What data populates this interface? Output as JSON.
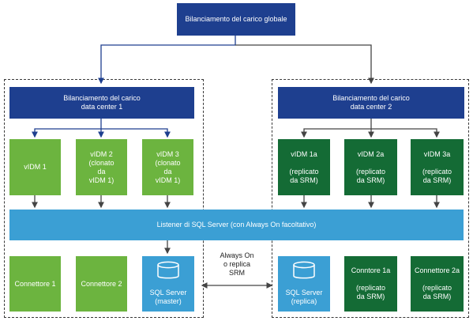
{
  "global_lb": "Bilanciamento del carico globale",
  "dc1": {
    "lb": "Bilanciamento del carico\ndata center 1",
    "vidm": [
      "vIDM 1",
      "vIDM 2\n(clonato\nda\nvIDM 1)",
      "vIDM 3\n(clonato\nda\nvIDM 1)"
    ],
    "connectors": [
      "Connettore 1",
      "Connettore 2"
    ],
    "sql": "SQL Server\n(master)"
  },
  "dc2": {
    "lb": "Bilanciamento del carico\ndata center 2",
    "vidm": [
      "vIDM 1a\n\n(replicato\nda SRM)",
      "vIDM 2a\n\n(replicato\nda SRM)",
      "vIDM 3a\n\n(replicato\nda SRM)"
    ],
    "connectors": [
      "Conntore 1a\n\n(replicato\nda SRM)",
      "Connettore 2a\n\n(replicato\nda SRM)"
    ],
    "sql": "SQL Server\n(replica)"
  },
  "listener": "Listener di SQL Server (con Always On facoltativo)",
  "replication_label": "Always On\no replica\nSRM",
  "colors": {
    "navy": "#1e3f8f",
    "light_green": "#6cb43f",
    "dark_green": "#146b35",
    "sql_blue": "#3b9fd4",
    "arrow_blue": "#1e3f8f",
    "arrow_gray": "#444444"
  }
}
